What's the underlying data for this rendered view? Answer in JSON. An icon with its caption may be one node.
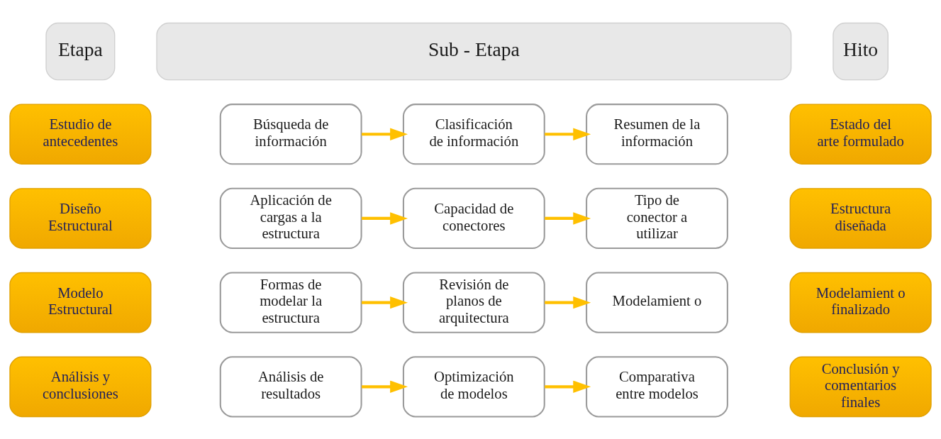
{
  "diagram": {
    "nodes": [
      {
        "text": [
          "Etapa"
        ]
      },
      {
        "text": [
          "Sub - Etapa"
        ]
      },
      {
        "text": [
          "Hito"
        ]
      },
      {
        "text": [
          "Estudio de antecedentes"
        ]
      },
      {
        "text": [
          "Búsqueda de información"
        ]
      },
      {
        "text": [
          "Clasificación de información"
        ]
      },
      {
        "text": [
          "Resumen de la información"
        ]
      },
      {
        "text": [
          "Estado del arte formulado"
        ]
      },
      {
        "text": [
          "Diseño Estructural"
        ]
      },
      {
        "text": [
          "Aplicación de cargas a la estructura"
        ]
      },
      {
        "text": [
          "Capacidad de conectores"
        ]
      },
      {
        "text": [
          "Tipo de conector a utilizar"
        ]
      },
      {
        "text": [
          "Estructura diseñada"
        ]
      },
      {
        "text": [
          "Modelo Estructural"
        ]
      },
      {
        "text": [
          "Formas de modelar la estructura"
        ]
      },
      {
        "text": [
          "Revisión de planos de arquitectura"
        ]
      },
      {
        "text": [
          "Modelamient o"
        ]
      },
      {
        "text": [
          "Modelamient o finalizado"
        ]
      },
      {
        "text": [
          "Análisis y conclusiones"
        ]
      },
      {
        "text": [
          "Análisis de resultados"
        ]
      },
      {
        "text": [
          "Optimización de modelos"
        ]
      },
      {
        "text": [
          "Comparativa entre modelos"
        ]
      },
      {
        "text": [
          "Conclusión y comentarios finales"
        ]
      }
    ],
    "edges": [
      {
        "from": 4,
        "to": 5,
        "arrow": "to"
      },
      {
        "from": 5,
        "to": 6,
        "arrow": "to"
      },
      {
        "from": 9,
        "to": 10,
        "arrow": "to"
      },
      {
        "from": 10,
        "to": 11,
        "arrow": "to"
      },
      {
        "from": 14,
        "to": 15,
        "arrow": "to"
      },
      {
        "from": 15,
        "to": 16,
        "arrow": "to"
      },
      {
        "from": 19,
        "to": 20,
        "arrow": "to"
      },
      {
        "from": 20,
        "to": 21,
        "arrow": "to"
      }
    ]
  }
}
